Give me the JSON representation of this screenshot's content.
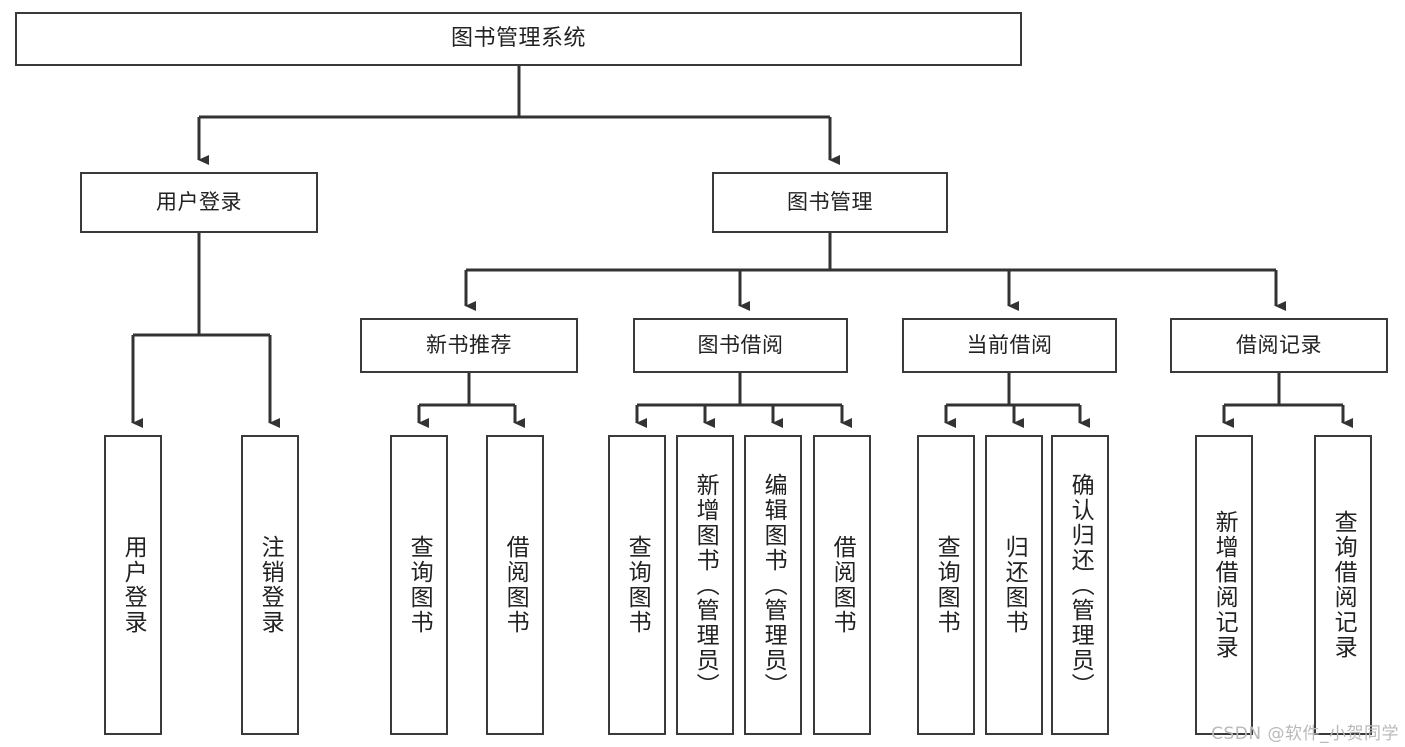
{
  "diagram": {
    "title": "图书管理系统",
    "type": "hierarchy-tree",
    "watermark": "CSDN @软件_小贺同学",
    "colors": {
      "background": "#ffffff",
      "box_border": "#3a3a3a",
      "box_fill": "#ffffff",
      "text": "#222222",
      "connector": "#333333",
      "watermark": "#b9b9b9"
    },
    "root": {
      "label": "图书管理系统"
    },
    "level2": [
      {
        "label": "用户登录"
      },
      {
        "label": "图书管理"
      }
    ],
    "level3": [
      {
        "label": "新书推荐"
      },
      {
        "label": "图书借阅"
      },
      {
        "label": "当前借阅"
      },
      {
        "label": "借阅记录"
      }
    ],
    "leaves": {
      "user_login": [
        {
          "label": "用户登录"
        },
        {
          "label": "注销登录"
        }
      ],
      "new_book_recommend": [
        {
          "label": "查询图书"
        },
        {
          "label": "借阅图书"
        }
      ],
      "book_borrow": [
        {
          "label": "查询图书"
        },
        {
          "label": "新增图书（管理员）"
        },
        {
          "label": "编辑图书（管理员）"
        },
        {
          "label": "借阅图书"
        }
      ],
      "current_borrow": [
        {
          "label": "查询图书"
        },
        {
          "label": "归还图书"
        },
        {
          "label": "确认归还（管理员）"
        }
      ],
      "borrow_record": [
        {
          "label": "新增借阅记录"
        },
        {
          "label": "查询借阅记录"
        }
      ]
    }
  }
}
